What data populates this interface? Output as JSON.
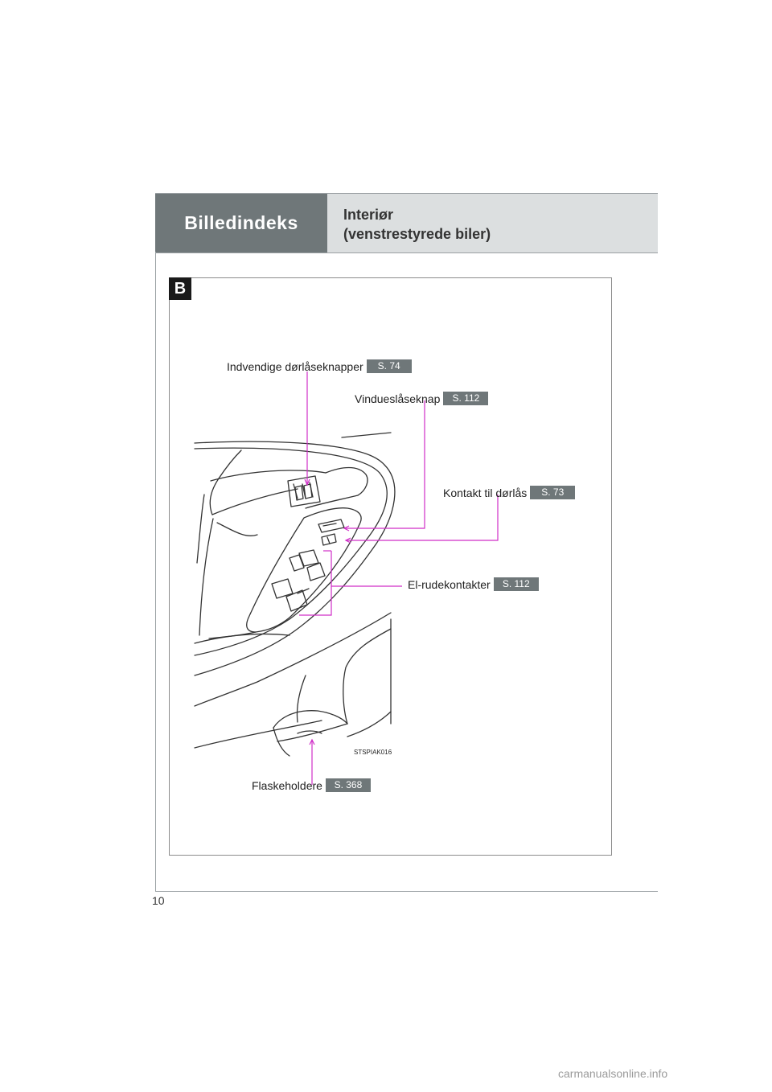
{
  "header": {
    "tab_label": "Billedindeks",
    "title_line1": "Interiør",
    "title_line2": "(venstrestyrede biler)"
  },
  "section_badge": "B",
  "callouts": {
    "door_lock_buttons": {
      "label": "Indvendige dørlåseknapper",
      "ref": "S. 74"
    },
    "window_lock": {
      "label": "Vindueslåseknap",
      "ref": "S. 112"
    },
    "door_lock_switch": {
      "label": "Kontakt til dørlås",
      "ref": "S. 73"
    },
    "power_windows": {
      "label": "El-rudekontakter",
      "ref": "S. 112"
    },
    "bottle_holders": {
      "label": "Flaskeholdere",
      "ref": "S. 368"
    }
  },
  "figure_code": "STSPIAK016",
  "page_number": "10",
  "watermark": "carmanualsonline.info",
  "colors": {
    "leader_line": "#d02ec8",
    "tab": "#6f7779",
    "band": "#dcdfe0"
  }
}
